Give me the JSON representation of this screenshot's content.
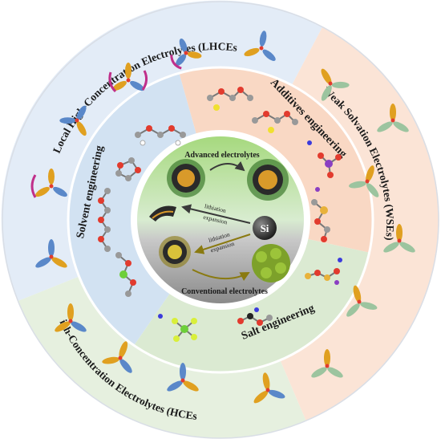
{
  "outer_ring": {
    "lhce": "Local High-Concentration Electrolytes (LHCEs)",
    "wse": "Weak Solvation Electrolytes (WSEs)",
    "hce": "High-Concentration Electrolytes (HCEs)"
  },
  "middle_ring": {
    "additives": "Additives  engineering",
    "solvent": "Solvent engineering",
    "salt": "Salt engineering"
  },
  "center": {
    "advanced": "Advanced electrolytes",
    "conventional": "Conventional electrolytes",
    "si": "Si",
    "lithiation_top": "lithiation",
    "expansion_top": "expansion",
    "lithiation_bottom": "lithiation",
    "expansion_bottom": "expansion"
  },
  "colors": {
    "lhce_sector": "#e3ecf7",
    "wse_sector": "#fbe4d6",
    "hce_sector": "#e6f0df",
    "solvent_sector": "#d3e3f3",
    "additives_sector": "#f9d9c5",
    "salt_sector": "#dcebd3",
    "center_top": "#9fd47a",
    "center_bottom": "#8c8c8c"
  }
}
